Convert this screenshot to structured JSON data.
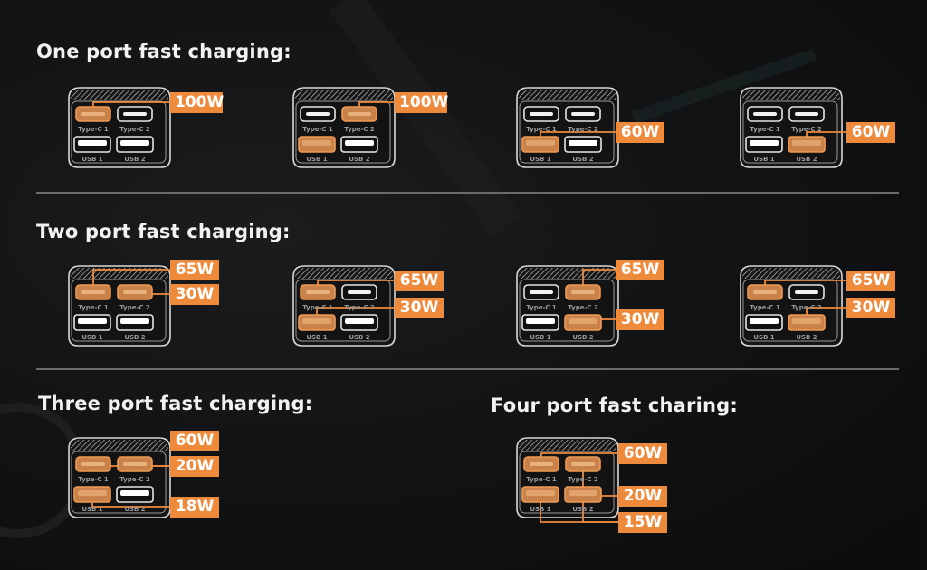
{
  "colors": {
    "accent": "#ee8a3c",
    "port_active_fill": "#c9824a",
    "port_idle": "#ffffff",
    "background": "#111213",
    "divider": "#6b6b6b"
  },
  "port_names": {
    "c1": "Type-C 1",
    "c2": "Type-C 2",
    "u1": "USB 1",
    "u2": "USB 2"
  },
  "sections": [
    {
      "title": "One port fast charging:",
      "devices": [
        {
          "active": [
            "c1"
          ],
          "labels": [
            {
              "text": "100W",
              "ports": [
                "c1"
              ]
            }
          ]
        },
        {
          "active": [
            "c2",
            "u1"
          ],
          "labels": [
            {
              "text": "100W",
              "ports": [
                "c2"
              ]
            }
          ]
        },
        {
          "active": [
            "u1"
          ],
          "labels": [
            {
              "text": "60W",
              "ports": [
                "u1"
              ]
            }
          ]
        },
        {
          "active": [
            "u2"
          ],
          "labels": [
            {
              "text": "60W",
              "ports": [
                "u2"
              ]
            }
          ]
        }
      ]
    },
    {
      "title": "Two port fast charging:",
      "devices": [
        {
          "active": [
            "c1",
            "c2"
          ],
          "labels": [
            {
              "text": "65W",
              "ports": [
                "c1"
              ]
            },
            {
              "text": "30W",
              "ports": [
                "c2"
              ]
            }
          ]
        },
        {
          "active": [
            "c1",
            "u1"
          ],
          "labels": [
            {
              "text": "65W",
              "ports": [
                "c1"
              ]
            },
            {
              "text": "30W",
              "ports": [
                "u1"
              ]
            }
          ]
        },
        {
          "active": [
            "c2",
            "u2"
          ],
          "labels": [
            {
              "text": "65W",
              "ports": [
                "c2"
              ]
            },
            {
              "text": "30W",
              "ports": [
                "u2"
              ]
            }
          ]
        },
        {
          "active": [
            "c1",
            "u2"
          ],
          "labels": [
            {
              "text": "65W",
              "ports": [
                "c1"
              ]
            },
            {
              "text": "30W",
              "ports": [
                "u2"
              ]
            }
          ]
        }
      ]
    },
    {
      "title": "Three port fast charging:",
      "devices": [
        {
          "active": [
            "c1",
            "c2",
            "u1"
          ],
          "labels": [
            {
              "text": "60W",
              "ports": []
            },
            {
              "text": "20W",
              "ports": [
                "c1",
                "c2"
              ]
            },
            {
              "text": "18W",
              "ports": [
                "u1"
              ]
            }
          ]
        }
      ]
    },
    {
      "title": "Four port fast charing:",
      "devices": [
        {
          "active": [
            "c1",
            "c2",
            "u1",
            "u2"
          ],
          "labels": [
            {
              "text": "60W",
              "ports": [
                "c1"
              ]
            },
            {
              "text": "20W",
              "ports": [
                "c2"
              ]
            },
            {
              "text": "15W",
              "ports": [
                "u1",
                "u2"
              ]
            }
          ]
        }
      ]
    }
  ]
}
